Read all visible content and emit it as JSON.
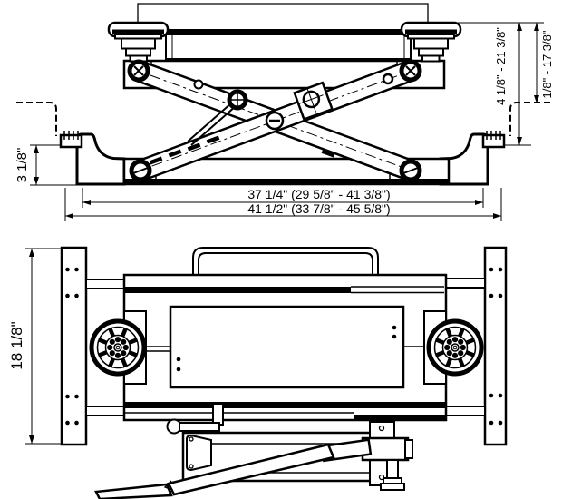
{
  "colors": {
    "line": "#000000",
    "background": "#ffffff"
  },
  "side_view": {
    "dim_base_height": "3 1/8\"",
    "dim_height_above_floor": "4 1/8\" - 21 3/8\"",
    "dim_height_above_runway": "1/8\" - 17 3/8\"",
    "dim_span_inner": "37 1/4\" (29 5/8\" - 41 3/8\")",
    "dim_span_outer": "41 1/2\" (33 7/8\" - 45 5/8\")"
  },
  "plan_view": {
    "dim_overall_width": "18 1/8\""
  }
}
